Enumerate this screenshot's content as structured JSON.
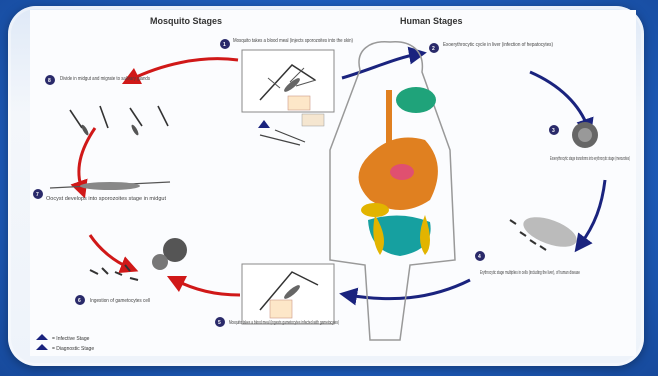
{
  "diagram": {
    "left_stage_title": "Mosquito Stages",
    "right_stage_title": "Human Stages",
    "steps": [
      {
        "id": "s1",
        "num": "1",
        "text": "Mosquito takes a blood meal (injects sporozoites into the skin)"
      },
      {
        "id": "s2",
        "num": "2",
        "text": "Exoerythrocytic cycle in liver (infection of hepatocytes)"
      },
      {
        "id": "s3",
        "num": "3",
        "text": "Exoerythrocytic stage transforms into erythrocytic stage (merozoites)"
      },
      {
        "id": "s4",
        "num": "4",
        "text": "Erythrocytic stage multiplies in cells (including the liver), of human disease"
      },
      {
        "id": "s5",
        "num": "5",
        "text": "Mosquito takes a blood meal (ingests gametocytes infected with gametocytes)"
      },
      {
        "id": "s6",
        "num": "6",
        "text": "Ingestion of gametocytes cell"
      },
      {
        "id": "s7",
        "num": "7",
        "text": "Oocyst develops into sporozoites stage in midgut"
      },
      {
        "id": "s8",
        "num": "8",
        "text": "Divide in midgut and migrate to salivary glands"
      }
    ],
    "legend": {
      "infective": "= Infective Stage",
      "diagnostic": "= Diagnostic Stage"
    },
    "colors": {
      "left_arrow": "#d01818",
      "right_arrow": "#1a237e",
      "badge": "#2a2a6a",
      "lung": "#1fa37a",
      "liver": "#e08020",
      "stomach": "#e2b400",
      "intestine": "#16a0a0"
    }
  }
}
